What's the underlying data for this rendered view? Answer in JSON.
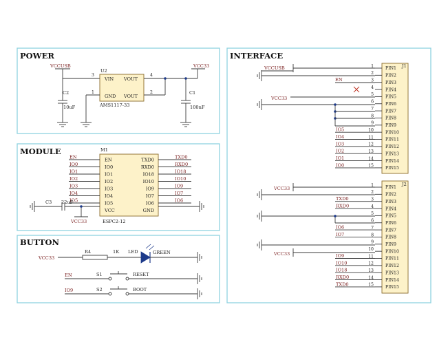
{
  "sections": {
    "power": "POWER",
    "module": "MODULE",
    "button": "BUTTON",
    "interface": "INTERFACE"
  },
  "power": {
    "u2_ref": "U2",
    "u2_part": "AMS1117-33",
    "vin": "VIN",
    "vout": "VOUT",
    "gnd": "GND",
    "vout2": "VOUT",
    "pin3": "3",
    "pin1": "1",
    "pin4": "4",
    "pin2": "2",
    "vccusb": "VCCUSB",
    "vcc33": "VCC33",
    "c2": "C2",
    "c2_val": "10uF",
    "c1": "C1",
    "c1_val": "100nF"
  },
  "module": {
    "ref": "M1",
    "part": "ESPC2-12",
    "left_pins": [
      "EN",
      "IO0",
      "IO1",
      "IO2",
      "IO3",
      "IO4",
      "IO5",
      "VCC"
    ],
    "right_pins": [
      "TXD0",
      "RXD0",
      "IO18",
      "IO10",
      "IO9",
      "IO7",
      "IO6",
      "GND"
    ],
    "left_nets": [
      "EN",
      "IO0",
      "IO1",
      "IO2",
      "IO3",
      "IO4",
      "IO5"
    ],
    "right_nets": [
      "TXD0",
      "RXD0",
      "IO18",
      "IO10",
      "IO9",
      "IO7",
      "IO6"
    ],
    "c3": "C3",
    "c3_val": "22uF",
    "vcc33": "VCC33"
  },
  "button": {
    "vcc33": "VCC33",
    "r4": "R4",
    "r4_val": "1K",
    "led": "LED",
    "green": "GREEN",
    "en": "EN",
    "s1": "S1",
    "reset": "RESET",
    "io9": "IO9",
    "s2": "S2",
    "boot": "BOOT"
  },
  "interface": {
    "j1": {
      "ref": "J1",
      "vccusb": "VCCUSB",
      "vcc33": "VCC33",
      "en": "EN",
      "nets": {
        "10": "IO5",
        "11": "IO4",
        "12": "IO3",
        "13": "IO2",
        "14": "IO1",
        "15": "IO0"
      }
    },
    "j2": {
      "ref": "J2",
      "vcc33a": "VCC33",
      "vcc33b": "VCC33",
      "nets": {
        "3": "TXD0",
        "4": "RXD0",
        "7": "IO6",
        "8": "IO7",
        "11": "IO9",
        "12": "IO10",
        "13": "IO18",
        "14": "RXD0",
        "15": "TXD0"
      }
    },
    "pin_labels": [
      "PIN1",
      "PIN2",
      "PIN3",
      "PIN4",
      "PIN5",
      "PIN6",
      "PIN7",
      "PIN8",
      "PIN9",
      "PIN10",
      "PIN11",
      "PIN12",
      "PIN13",
      "PIN14",
      "PIN15"
    ],
    "j2_pin_labels": [
      "PIN1",
      "PIN2",
      "PIN3",
      "PIN4",
      "PIN5",
      "PIN6",
      "PIN7",
      "PIN8",
      "PIN9",
      "PIN10",
      "PIN11",
      "PIN12",
      "PIN13",
      "PIN14",
      "PIN15"
    ],
    "pin_numbers": [
      "1",
      "2",
      "3",
      "4",
      "5",
      "6",
      "7",
      "8",
      "9",
      "10",
      "11",
      "12",
      "13",
      "14",
      "15"
    ]
  }
}
